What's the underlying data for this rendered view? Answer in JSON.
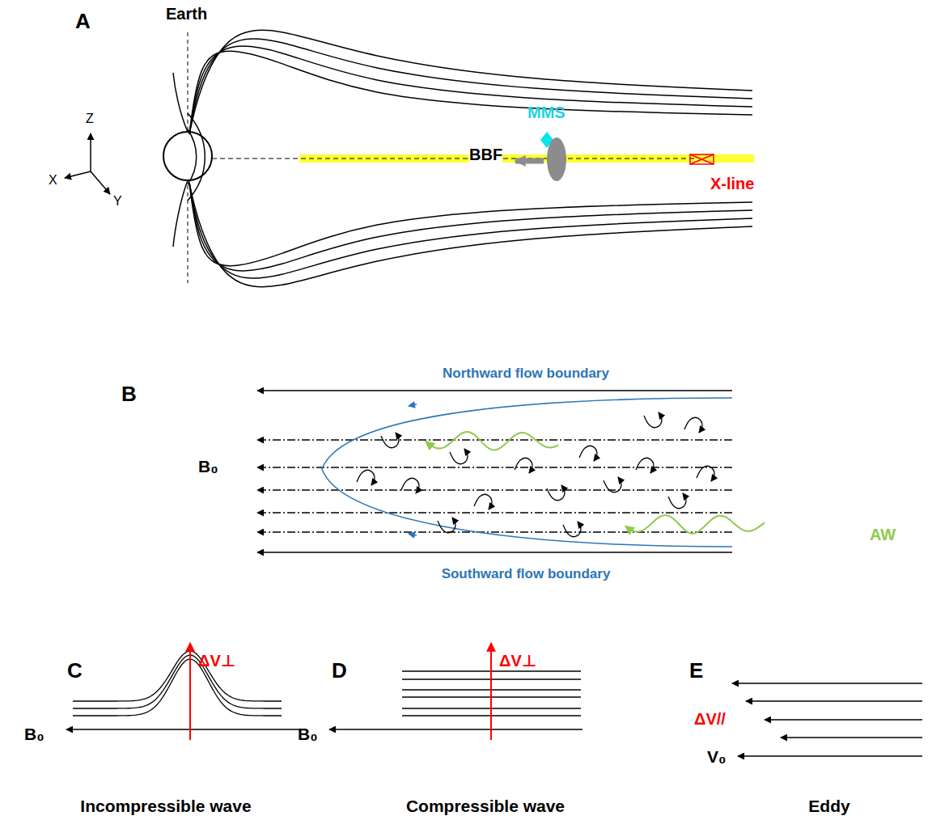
{
  "diagram": {
    "labels": [
      "A",
      "Earth",
      "Z",
      "X",
      "Y",
      "MMS",
      "BBF",
      "X-line",
      "B",
      "Northward flow boundary",
      "B₀",
      "AW",
      "Southward flow boundary",
      "C",
      "ΔV⊥",
      "B₀",
      "Incompressible wave",
      "D",
      "ΔV⊥",
      "B₀",
      "Compressible wave",
      "E",
      "ΔV//",
      "V₀",
      "Eddy"
    ]
  }
}
